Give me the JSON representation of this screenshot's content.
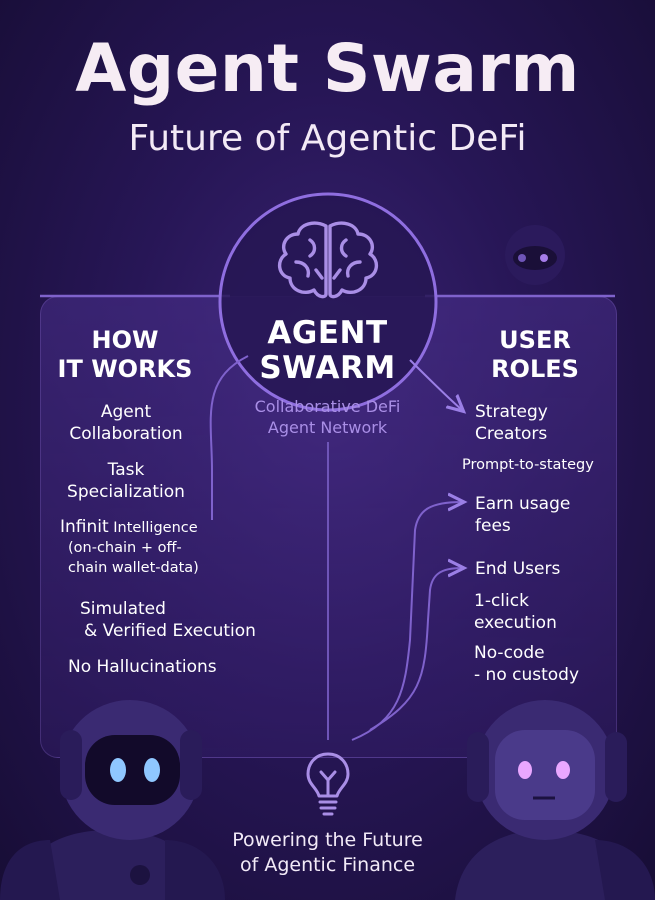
{
  "header": {
    "title": "Agent Swarm",
    "subtitle": "Future of Agentic DeFi"
  },
  "center": {
    "title_line1": "AGENT",
    "title_line2": "SWARM",
    "subtitle_line1": "Collaborative DeFi",
    "subtitle_line2": "Agent Network",
    "icon": "brain-icon"
  },
  "how_it_works": {
    "heading_line1": "HOW",
    "heading_line2": "IT WORKS",
    "items": [
      {
        "line1": "Agent",
        "line2": "Collaboration"
      },
      {
        "line1": "Task",
        "line2": "Specialization"
      },
      {
        "lead": "Infinit",
        "line1": " Intelligence",
        "line2": "(on-chain + off-",
        "line3": "chain wallet-data)"
      },
      {
        "line1": "Simulated",
        "line2": "& Verified Execution"
      },
      {
        "line1": "No Hallucinations"
      }
    ]
  },
  "user_roles": {
    "heading_line1": "USER",
    "heading_line2": "ROLES",
    "items": [
      {
        "line1": "Strategy",
        "line2": "Creators"
      },
      {
        "line1": "Prompt-to-stategy"
      },
      {
        "line1": "Earn usage",
        "line2": "fees"
      },
      {
        "line1": "End Users"
      },
      {
        "line1": "1-click",
        "line2": "execution"
      },
      {
        "line1": "No-code",
        "line2": "- no custody"
      }
    ]
  },
  "footer": {
    "line1": "Powering the Future",
    "line2": "of Agentic Finance",
    "icon": "lightbulb-icon"
  },
  "colors": {
    "background": "#271656",
    "accent": "#8f6ee0",
    "subtitle_text": "#a98ee6",
    "robot_left_eyes": "#8fc7ff",
    "robot_right_eyes": "#e9a7ff"
  }
}
